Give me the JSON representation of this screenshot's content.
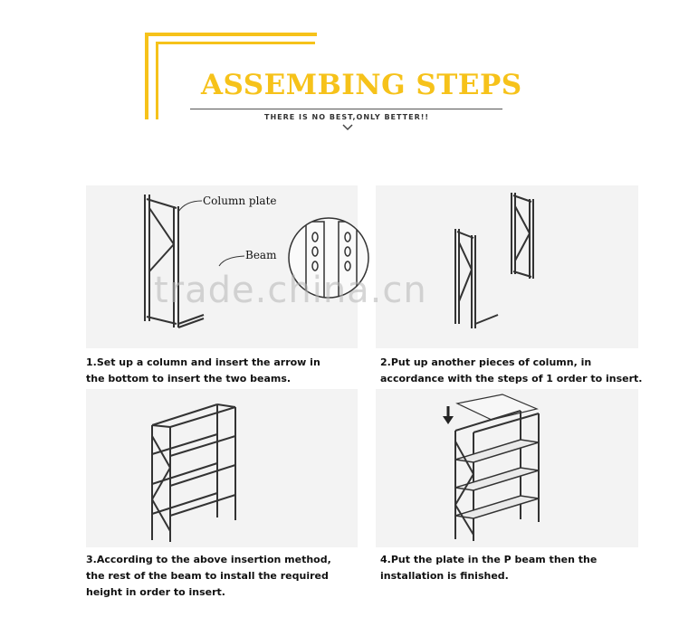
{
  "header": {
    "title": "ASSEMBING STEPS",
    "tagline": "THERE IS NO BEST,ONLY BETTER!!",
    "accent_color": "#f6c21a"
  },
  "labels": {
    "column_plate": "Column plate",
    "beam": "Beam"
  },
  "steps": [
    {
      "caption": "1.Set up a column and insert the arrow in\n   the bottom to insert the two beams."
    },
    {
      "caption": "2.Put up another pieces of column, in\n   accordance with the steps of 1 order to insert."
    },
    {
      "caption": "3.According to the above insertion method,\n   the rest of the beam to install the required\n   height in order to insert."
    },
    {
      "caption": "4.Put the plate in the P beam then the\n   installation is finished."
    }
  ],
  "watermark": "trade.china.cn",
  "icons": [
    "chevron-down-icon",
    "down-arrow-icon"
  ]
}
